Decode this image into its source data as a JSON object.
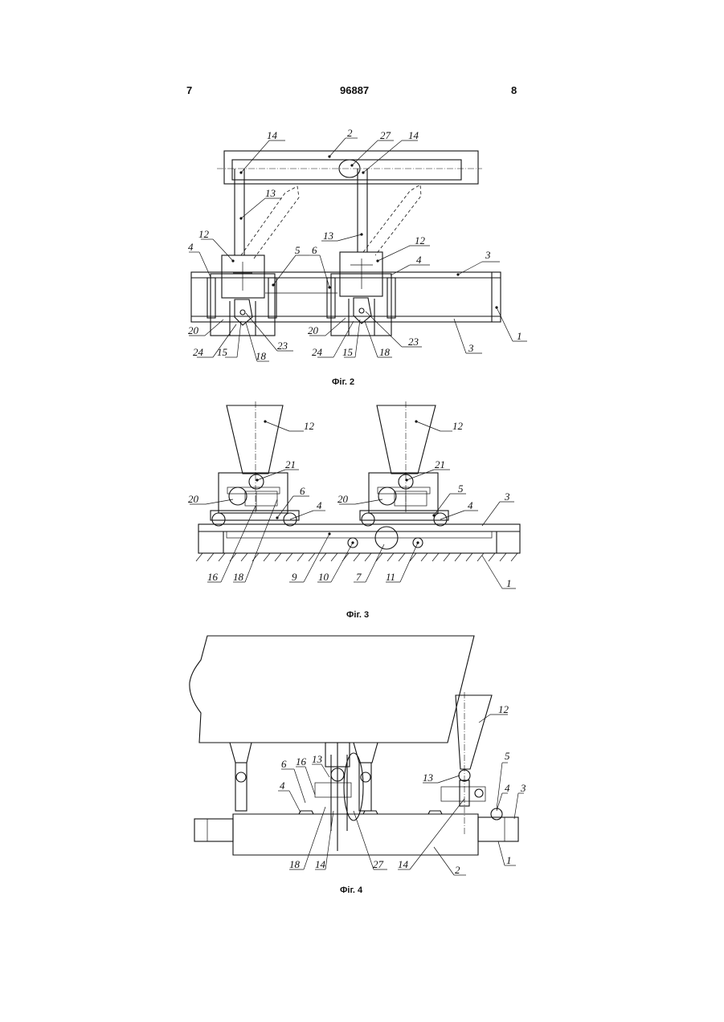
{
  "header": {
    "page_left": "7",
    "patent_number": "96887",
    "page_right": "8"
  },
  "figures": [
    {
      "caption": "Фіг. 2",
      "labels": [
        "14",
        "2",
        "27",
        "14",
        "13",
        "12",
        "4",
        "5",
        "6",
        "13",
        "12",
        "4",
        "3",
        "1",
        "20",
        "24",
        "15",
        "18",
        "23",
        "20",
        "24",
        "15",
        "18",
        "23",
        "3"
      ]
    },
    {
      "caption": "Фіг. 3",
      "labels": [
        "12",
        "12",
        "21",
        "21",
        "20",
        "6",
        "20",
        "5",
        "4",
        "4",
        "3",
        "16",
        "18",
        "9",
        "10",
        "7",
        "11",
        "1"
      ]
    },
    {
      "caption": "Фіг. 4",
      "labels": [
        "12",
        "6",
        "16",
        "13",
        "4",
        "13",
        "5",
        "4",
        "3",
        "18",
        "14",
        "27",
        "14",
        "2",
        "1"
      ]
    }
  ]
}
